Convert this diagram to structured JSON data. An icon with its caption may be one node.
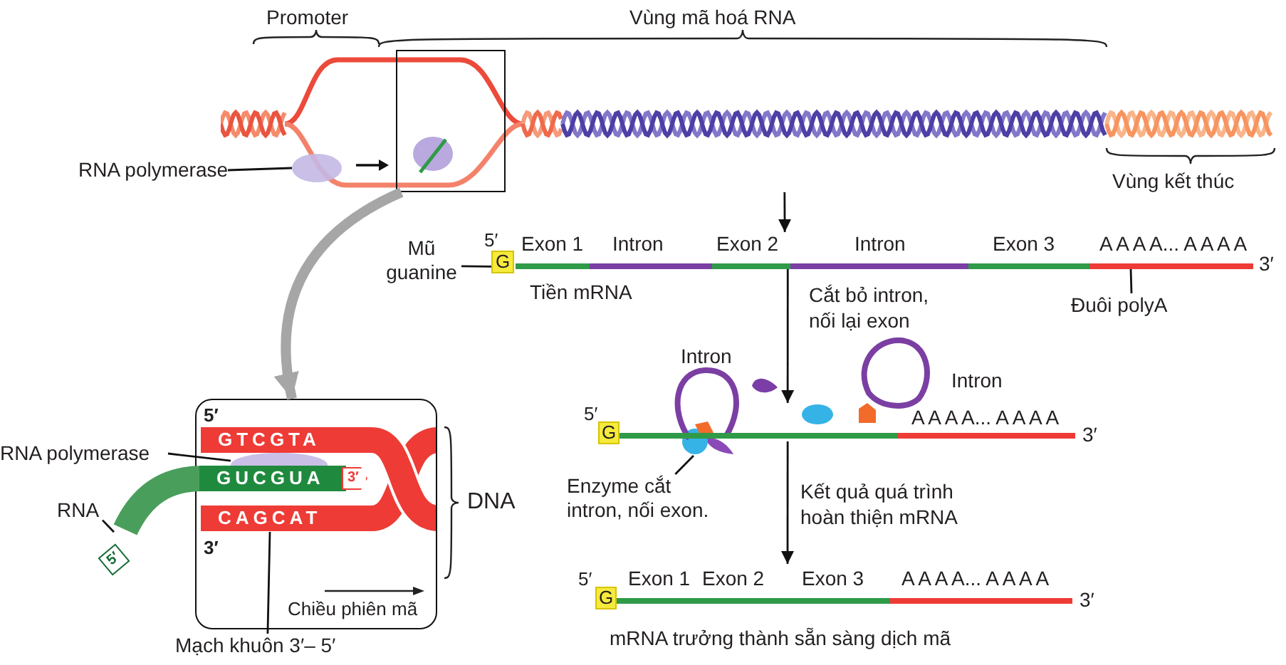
{
  "diagram": {
    "nodes": [
      {
        "text": [],
        "shape": "picture"
      },
      {
        "text": [],
        "shape": "box"
      },
      {
        "text": [
          "RNA polymerase"
        ]
      },
      {
        "text": [],
        "shape": "circle",
        "in": 0
      },
      {
        "text": [
          "Exon 1",
          "Intron",
          "Exon 2",
          "Intron",
          "Exon 3",
          "A A A A... A A A A"
        ],
        "beside": [
          "3′",
          "Tiền mRNA"
        ]
      },
      {
        "text": [
          "G"
        ],
        "beside": [
          "5′"
        ]
      },
      {
        "text": [
          "Mũ guanine"
        ]
      },
      {
        "text": [
          "Đuôi polyA"
        ]
      },
      {
        "text": [
          "A A A A... A A A A"
        ],
        "beside": [
          "3′"
        ]
      },
      {
        "text": [
          "G"
        ],
        "beside": [
          "5′"
        ]
      },
      {
        "text": [],
        "shape": "picture"
      },
      {
        "text": [
          "Enzyme cắt intron, nối exon."
        ]
      },
      {
        "text": [
          "Exon 1",
          "Exon 2",
          "Exon 3",
          "A A A A... A A A A"
        ],
        "beside": [
          "3′",
          "mRNA trưởng thành sẵn sàng dịch mã"
        ]
      },
      {
        "text": [
          "G"
        ],
        "beside": [
          "5′"
        ]
      },
      {
        "text": [],
        "shape": "box"
      },
      {
        "text": [
          "GTCGTA"
        ],
        "in": 14
      },
      {
        "text": [
          "GUCGUA"
        ]
      },
      {
        "text": [
          "CAGCAT"
        ],
        "in": 14
      },
      {
        "text": [],
        "shape": "circle",
        "in": 14
      },
      {
        "text": [
          "RNA polymerase"
        ]
      },
      {
        "text": [
          "RNA"
        ]
      },
      {
        "text": [
          "Mạch khuôn 3′– 5′"
        ]
      }
    ],
    "edges": [
      {
        "from": 0,
        "to": 4,
        "arrow": "to"
      },
      {
        "from": 2,
        "to": 3,
        "arrow": "none"
      },
      {
        "from": 1,
        "to": 14,
        "arrow": "to",
        "style": "thick",
        "color": "#a6a6a6"
      },
      {
        "from": 6,
        "to": 5,
        "arrow": "none"
      },
      {
        "from": 7,
        "to": 4,
        "arrow": "none"
      },
      {
        "from": 4,
        "to": 8,
        "arrow": "to",
        "label": "Cắt bỏ intron, nối lại exon"
      },
      {
        "from": 11,
        "to": 10,
        "arrow": "none"
      },
      {
        "from": 8,
        "to": 12,
        "arrow": "to",
        "label": "Kết quả quá trình hoàn thiện mRNA"
      },
      {
        "from": 19,
        "to": 18,
        "arrow": "none"
      },
      {
        "from": 20,
        "to": 16,
        "arrow": "none"
      },
      {
        "from": 21,
        "to": 17,
        "arrow": "none"
      }
    ],
    "labels": [
      "Promoter",
      "Vùng mã hoá RNA",
      "Vùng kết thúc",
      "Intron",
      "Intron",
      "5′",
      "3′",
      "DNA",
      "3′",
      "5′",
      "Chiều phiên mã"
    ]
  }
}
